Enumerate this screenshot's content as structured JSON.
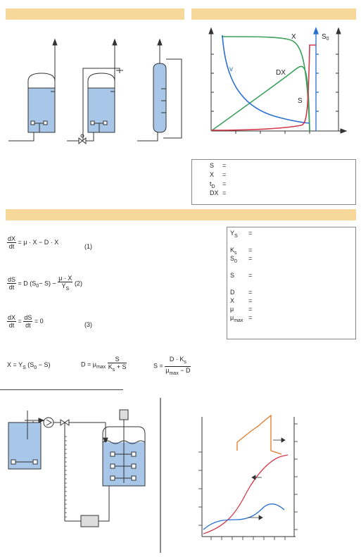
{
  "top_left_panel": {
    "band_color": "#f6d99a"
  },
  "chart": {
    "labels": {
      "X": "X",
      "DX": "DX",
      "v": "v",
      "S": "S",
      "S0": "S",
      "S0_sub": "0"
    },
    "colors": {
      "X": "#3aa05a",
      "DX": "#3aa05a",
      "v": "#2a6fcf",
      "S": "#d23a4a",
      "S0_bar": "#2a6fcf"
    }
  },
  "legend_box": {
    "rows": [
      {
        "sym": "S",
        "sub": "",
        "eq": "="
      },
      {
        "sym": "X",
        "sub": "",
        "eq": "="
      },
      {
        "sym": "t",
        "sub": "D",
        "eq": "="
      },
      {
        "sym": "DX",
        "sub": "",
        "eq": "="
      }
    ]
  },
  "equations": {
    "eq1": {
      "num": "dX",
      "den": "dt",
      "rhs": "= μ · X − D · X",
      "tag": "(1)"
    },
    "eq2": {
      "num": "dS",
      "den": "dt",
      "rhs": "= D (S",
      "rhs2": "− S) −",
      "num2": "μ · X",
      "den2": "Y",
      "den2_sub": "S",
      "tag": "(2)"
    },
    "eq3": {
      "num": "dX",
      "den": "dt",
      "eqsign": "=",
      "num2": "dS",
      "den2": "dt",
      "rhs": "= 0",
      "tag": "(3)"
    },
    "bottom1": {
      "lhs": "X = Y",
      "sub": "S",
      "rhs": " (S",
      "rhs2": " − S)"
    },
    "bottom2": {
      "lhs": "D = μ",
      "sub": "max",
      "num": "S",
      "den": "K",
      "den_sub": "s",
      "den_tail": " + S"
    },
    "bottom3": {
      "lhs": "S =",
      "num": "D · K",
      "num_sub": "s",
      "den": "μ",
      "den_sub": "max",
      "den_tail": " − D"
    }
  },
  "symbol_box": {
    "rows": [
      {
        "sym": "Y",
        "sub": "S",
        "eq": "="
      },
      {
        "sym": "K",
        "sub": "s",
        "eq": "="
      },
      {
        "sym": "S",
        "sub": "0",
        "eq": "="
      },
      {
        "sym": "S",
        "sub": "",
        "eq": "="
      },
      {
        "sym": "D",
        "sub": "",
        "eq": "="
      },
      {
        "sym": "X",
        "sub": "",
        "eq": "="
      },
      {
        "sym": "μ",
        "sub": "",
        "eq": "="
      },
      {
        "sym": "μ",
        "sub": "max",
        "eq": "="
      }
    ]
  }
}
